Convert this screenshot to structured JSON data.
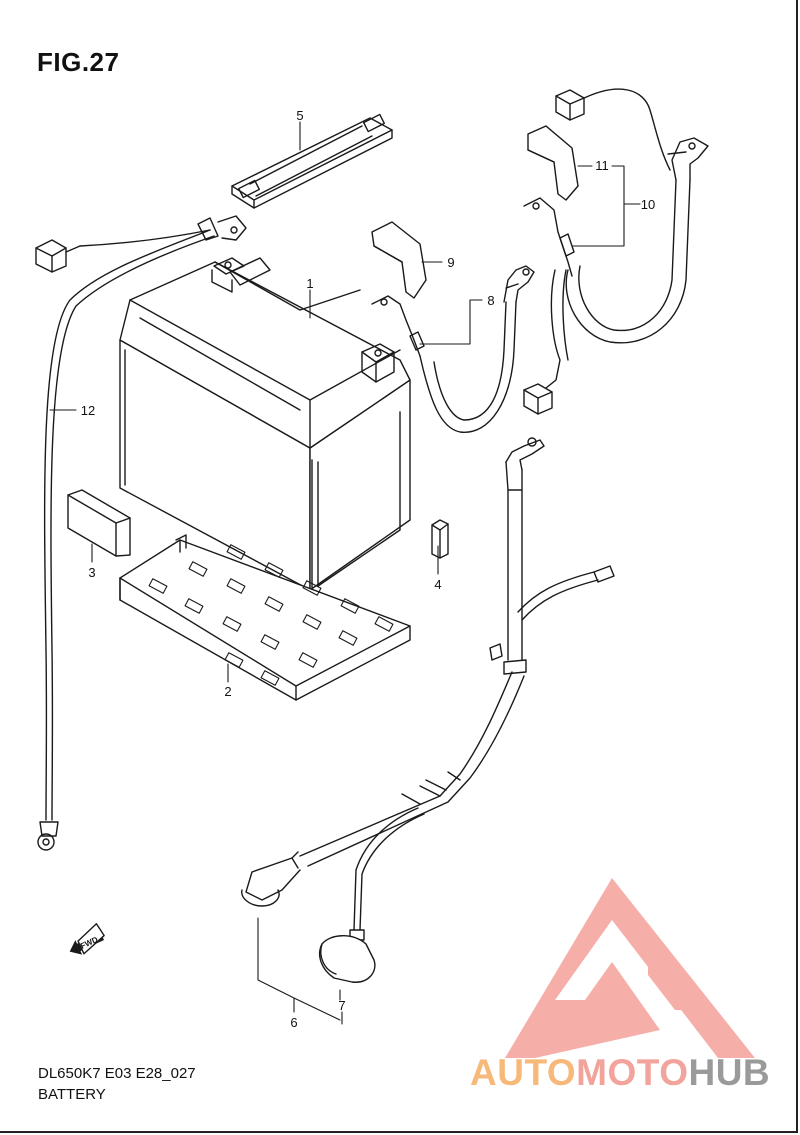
{
  "figure": {
    "title": "FIG.27"
  },
  "footer": {
    "code": "DL650K7 E03 E28_027",
    "name": "BATTERY"
  },
  "fwd_marker": {
    "label": "FWD",
    "icon": "fwd-arrow-icon"
  },
  "parts": [
    {
      "ref": "1"
    },
    {
      "ref": "2"
    },
    {
      "ref": "3"
    },
    {
      "ref": "4"
    },
    {
      "ref": "5"
    },
    {
      "ref": "6"
    },
    {
      "ref": "7"
    },
    {
      "ref": "8"
    },
    {
      "ref": "9"
    },
    {
      "ref": "10"
    },
    {
      "ref": "11"
    },
    {
      "ref": "12"
    }
  ],
  "watermark": {
    "text_a": "AUTO",
    "text_b": "MOTO",
    "text_c": "HUB",
    "colors": {
      "auto": "#f6b97a",
      "moto": "#f2a39b",
      "hub": "#9a9a9a",
      "triangle": "#f4a09a"
    }
  }
}
